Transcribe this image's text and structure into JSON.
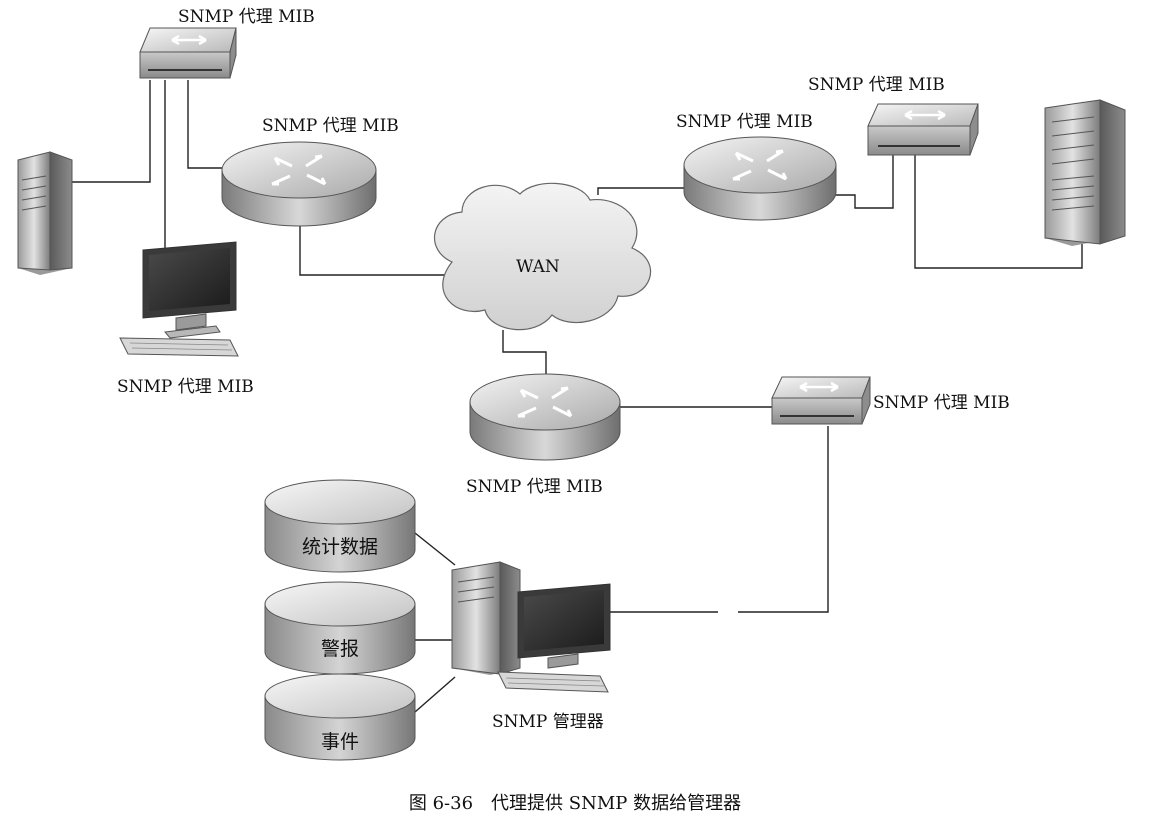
{
  "labels": {
    "switch_top_left": "SNMP 代理 MIB",
    "router_left": "SNMP 代理 MIB",
    "router_right": "SNMP 代理 MIB",
    "switch_top_right": "SNMP 代理 MIB",
    "workstation_left": "SNMP 代理 MIB",
    "switch_bottom_right": "SNMP 代理 MIB",
    "router_bottom": "SNMP 代理 MIB",
    "manager": "SNMP 管理器"
  },
  "cloud": {
    "label": "WAN"
  },
  "databases": [
    {
      "label": "统计数据"
    },
    {
      "label": "警报"
    },
    {
      "label": "事件"
    }
  ],
  "caption": "图 6-36　代理提供 SNMP 数据给管理器"
}
